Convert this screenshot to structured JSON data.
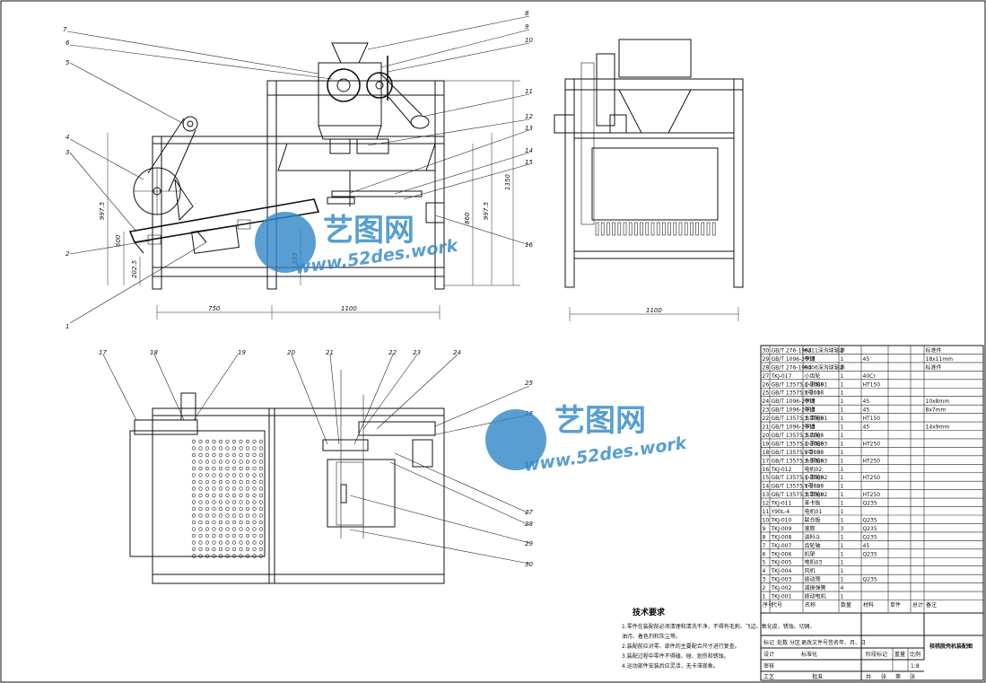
{
  "balloons_top": [
    "1",
    "2",
    "3",
    "4",
    "5",
    "6",
    "7",
    "8",
    "9",
    "10",
    "11",
    "12",
    "13",
    "14",
    "15",
    "16"
  ],
  "balloons_bottom": [
    "17",
    "18",
    "19",
    "20",
    "21",
    "22",
    "23",
    "24",
    "25",
    "26",
    "27",
    "28",
    "29",
    "30"
  ],
  "dimensions": {
    "d750": "750",
    "d1100_left": "1100",
    "d1100_side": "1100",
    "d997_5_left": "997.5",
    "d600": "600",
    "d202_5": "202.5",
    "d353": "353",
    "d860": "860",
    "d997_5_right": "997.5",
    "d1350": "1350"
  },
  "watermark": {
    "cn": "艺图网",
    "en": "www.52des.work"
  },
  "bom": [
    [
      "30",
      "GB/T 276-1994",
      "6211深沟球轴承",
      "2",
      "",
      "",
      "标准件"
    ],
    [
      "29",
      "GB/T 1096-2003",
      "平键",
      "1",
      "45",
      "",
      "18x11mm"
    ],
    [
      "28",
      "GB/T 276-1994",
      "6306深沟球轴承",
      "2",
      "",
      "",
      "标准件"
    ],
    [
      "27",
      "TKJ-017",
      "小齿轮",
      "1",
      "40Cr",
      "",
      ""
    ],
    [
      "26",
      "GB/T 13575.1-2008",
      "小带轮01",
      "1",
      "HT150",
      "",
      ""
    ],
    [
      "25",
      "GB/T 13575.1-2008",
      "V带01",
      "1",
      "",
      "",
      ""
    ],
    [
      "24",
      "GB/T 1096-2003",
      "平键",
      "1",
      "45",
      "",
      "10x8mm"
    ],
    [
      "23",
      "GB/T 1096-2003",
      "平键",
      "1",
      "45",
      "",
      "8x7mm"
    ],
    [
      "22",
      "GB/T 13575.1-2008",
      "大带轮01",
      "1",
      "HT150",
      "",
      ""
    ],
    [
      "21",
      "GB/T 1096-2003",
      "平键",
      "1",
      "45",
      "",
      "14x9mm"
    ],
    [
      "20",
      "GB/T 13575.1-2008",
      "大齿轮",
      "1",
      "",
      "",
      ""
    ],
    [
      "19",
      "GB/T 13575.1-2008",
      "小带轮03",
      "1",
      "HT250",
      "",
      ""
    ],
    [
      "18",
      "GB/T 13575.1-2008",
      "V带03",
      "1",
      "",
      "",
      ""
    ],
    [
      "17",
      "GB/T 13575.1-2008",
      "大带轮03",
      "1",
      "HT250",
      "",
      ""
    ],
    [
      "16",
      "TKJ-012",
      "电机02",
      "1",
      "",
      "",
      ""
    ],
    [
      "15",
      "GB/T 13575.1-2008",
      "小带轮02",
      "1",
      "HT250",
      "",
      ""
    ],
    [
      "14",
      "GB/T 13575.1-2008",
      "V带02",
      "1",
      "",
      "",
      ""
    ],
    [
      "13",
      "GB/T 13575.1-2008",
      "大带轮02",
      "1",
      "HT250",
      "",
      ""
    ],
    [
      "12",
      "TKJ-011",
      "苯卡板",
      "1",
      "Q235",
      "",
      ""
    ],
    [
      "11",
      "Y90L-4",
      "电机01",
      "1",
      "",
      "",
      ""
    ],
    [
      "10",
      "TKJ-010",
      "联合板",
      "1",
      "Q235",
      "",
      ""
    ],
    [
      "9",
      "TKJ-009",
      "滚筒",
      "3",
      "Q235",
      "",
      ""
    ],
    [
      "8",
      "TKJ-008",
      "进料斗",
      "1",
      "Q235",
      "",
      ""
    ],
    [
      "7",
      "TKJ-007",
      "齿轮轴",
      "1",
      "45",
      "",
      ""
    ],
    [
      "6",
      "TKJ-006",
      "机架",
      "1",
      "Q235",
      "",
      ""
    ],
    [
      "5",
      "TKJ-005",
      "电机03",
      "1",
      "",
      "",
      ""
    ],
    [
      "4",
      "TKJ-004",
      "风机",
      "1",
      "",
      "",
      ""
    ],
    [
      "3",
      "TKJ-003",
      "振动筛",
      "1",
      "Q235",
      "",
      ""
    ],
    [
      "2",
      "TKJ-002",
      "减振弹簧",
      "4",
      "",
      "",
      ""
    ],
    [
      "1",
      "TKJ-001",
      "振动电机",
      "1",
      "",
      "",
      ""
    ]
  ],
  "bom_header": [
    "序号",
    "代号",
    "名称",
    "数量",
    "材料",
    "单件",
    "总计",
    "备注"
  ],
  "tech": {
    "title": "技术要求",
    "lines": [
      "1.零件在装配前必须清理和清洗干净，不得有毛刺、飞边、氧化皮、锈蚀、切屑、",
      "  油污、着色剂和灰尘等。",
      "2.装配前应对零、部件的主要配合尺寸进行复查。",
      "3.装配过程中零件不得磕、碰、划伤和锈蚀。",
      "4.运动部件安装后应灵活，无卡滞现象。"
    ]
  },
  "titleblock": {
    "name": "核桃脱壳机装配图",
    "labels": [
      "标记",
      "处数",
      "分区",
      "更改文件号",
      "签名",
      "年、月、日",
      "设计",
      "标准化",
      "审核",
      "工艺",
      "批准",
      "阶段标记",
      "重量",
      "比例",
      "共",
      "张",
      "第",
      "张"
    ],
    "scale": "1:8"
  }
}
